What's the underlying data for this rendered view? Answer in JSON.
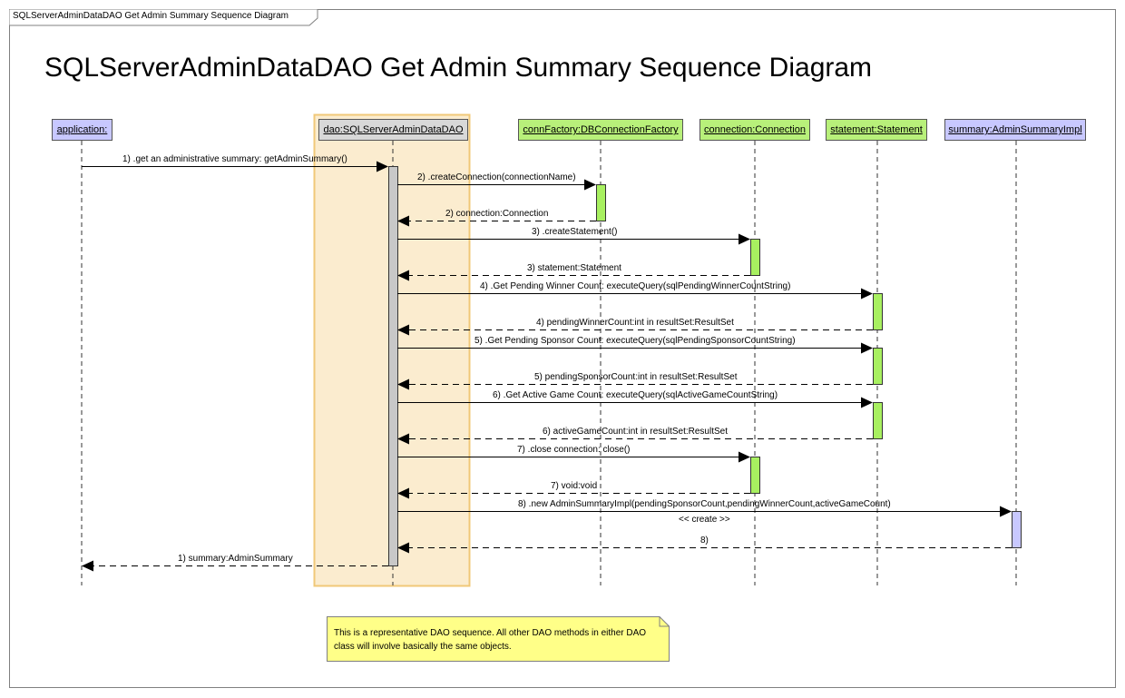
{
  "frame": {
    "tab_label": "SQLServerAdminDataDAO Get Admin Summary Sequence Diagram"
  },
  "title": "SQLServerAdminDataDAO Get Admin Summary Sequence Diagram",
  "lifelines": [
    {
      "id": "app",
      "label": "application:",
      "style": "app"
    },
    {
      "id": "dao",
      "label": "dao:SQLServerAdminDataDAO",
      "style": "dao"
    },
    {
      "id": "factory",
      "label": "connFactory:DBConnectionFactory",
      "style": "green"
    },
    {
      "id": "connection",
      "label": "connection:Connection",
      "style": "green"
    },
    {
      "id": "statement",
      "label": "statement:Statement",
      "style": "green"
    },
    {
      "id": "summary",
      "label": "summary:AdminSummaryImpl",
      "style": "summary"
    }
  ],
  "messages": [
    {
      "from": "app",
      "to": "dao",
      "type": "call",
      "label": "1) .get an administrative summary: getAdminSummary()"
    },
    {
      "from": "dao",
      "to": "factory",
      "type": "call",
      "label": "2) .createConnection(connectionName)"
    },
    {
      "from": "factory",
      "to": "dao",
      "type": "return",
      "label": "2) connection:Connection"
    },
    {
      "from": "dao",
      "to": "connection",
      "type": "call",
      "label": "3) .createStatement()"
    },
    {
      "from": "connection",
      "to": "dao",
      "type": "return",
      "label": "3) statement:Statement"
    },
    {
      "from": "dao",
      "to": "statement",
      "type": "call",
      "label": "4) .Get Pending Winner Count: executeQuery(sqlPendingWinnerCountString)"
    },
    {
      "from": "statement",
      "to": "dao",
      "type": "return",
      "label": "4) pendingWinnerCount:int in resultSet:ResultSet"
    },
    {
      "from": "dao",
      "to": "statement",
      "type": "call",
      "label": "5) .Get Pending Sponsor Count: executeQuery(sqlPendingSponsorCountString)"
    },
    {
      "from": "statement",
      "to": "dao",
      "type": "return",
      "label": "5) pendingSponsorCount:int in resultSet:ResultSet"
    },
    {
      "from": "dao",
      "to": "statement",
      "type": "call",
      "label": "6) .Get Active Game Count: executeQuery(sqlActiveGameCountString)"
    },
    {
      "from": "statement",
      "to": "dao",
      "type": "return",
      "label": "6) activeGameCount:int in resultSet:ResultSet"
    },
    {
      "from": "dao",
      "to": "connection",
      "type": "call",
      "label": "7) .close connection: close()"
    },
    {
      "from": "connection",
      "to": "dao",
      "type": "return",
      "label": "7) void:void"
    },
    {
      "from": "dao",
      "to": "summary",
      "type": "call",
      "label": "8) .new AdminSummaryImpl(pendingSponsorCount,pendingWinnerCount,activeGameCount)",
      "sublabel": "<< create >>"
    },
    {
      "from": "summary",
      "to": "dao",
      "type": "return",
      "label": "8)"
    },
    {
      "from": "dao",
      "to": "app",
      "type": "return",
      "label": "1) summary:AdminSummary"
    }
  ],
  "note": {
    "text": "This is a representative DAO sequence. All other DAO  methods in either DAO class will involve basically the same objects."
  },
  "colors": {
    "app_head": "#c8c8ff",
    "dao_head": "#d8d8d8",
    "green_head": "#b8f07a",
    "dao_highlight": "#fbeccf",
    "dao_highlight_border": "#f0c878",
    "activation_green": "#a8f060",
    "activation_dao": "#c8c8c8",
    "activation_summary": "#c8c8ff",
    "note_fill": "#ffff88"
  }
}
